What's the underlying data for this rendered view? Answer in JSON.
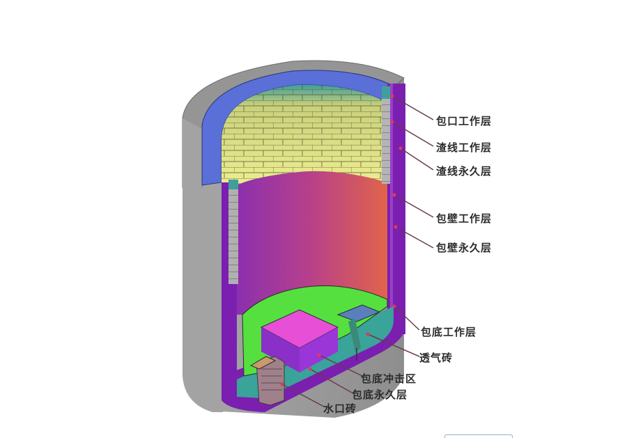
{
  "diagram": {
    "subject": "steel ladle refractory lining cutaway",
    "colors": {
      "shell": "#9a9a9a",
      "shell_top": "#8c8c8c",
      "rim_bricks": "#5a6fd8",
      "slag_line_bricks_top": "#3f9e9a",
      "slag_line_bricks": "#e6e68a",
      "wall_working_gradient_left": "#8a2fb0",
      "wall_working_gradient_right": "#e0644a",
      "permanent_layer": "#7a1fb0",
      "bottom_working": "#55e040",
      "impact_zone": "#e64fd6",
      "impact_zone_side": "#9a35d8",
      "bottom_permanent": "#7a1fb0",
      "bottom_teal": "#3aa39a",
      "purge_plug": "#5a7fbf",
      "nozzle": "#a0808a",
      "leader_line": "#6a3a4a",
      "leader_dot": "#e03a5a"
    },
    "labels": [
      {
        "id": "ladle-lip-working-layer",
        "text": "包口工作层"
      },
      {
        "id": "slag-line-working-layer",
        "text": "渣线工作层"
      },
      {
        "id": "slag-line-permanent-layer",
        "text": "渣线永久层"
      },
      {
        "id": "wall-working-layer",
        "text": "包壁工作层"
      },
      {
        "id": "wall-permanent-layer",
        "text": "包壁永久层"
      },
      {
        "id": "bottom-working-layer",
        "text": "包底工作层"
      },
      {
        "id": "purge-plug",
        "text": "透气砖"
      },
      {
        "id": "bottom-impact-zone",
        "text": "包底冲击区"
      },
      {
        "id": "bottom-permanent-layer",
        "text": "包底永久层"
      },
      {
        "id": "nozzle-brick",
        "text": "水口砖"
      }
    ]
  }
}
